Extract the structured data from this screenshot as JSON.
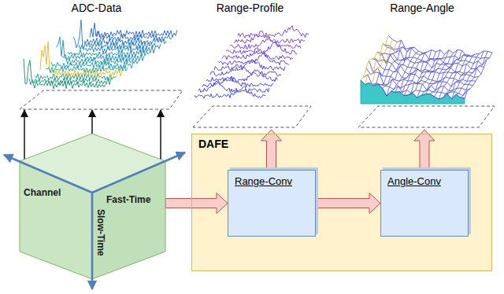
{
  "diagram": {
    "nodes": [
      {
        "text": [
          "ADC-Data"
        ]
      },
      {
        "text": [
          "Range-Profile"
        ]
      },
      {
        "text": [
          "Range-Angle"
        ]
      },
      {
        "text": [
          "Channel",
          "Fast-Time",
          "Slow-Time"
        ]
      },
      {
        "text": [
          "DAFE"
        ]
      },
      {
        "text": [
          "Range-Conv"
        ],
        "in": 4
      },
      {
        "text": [
          "Angle-Conv"
        ],
        "in": 4
      }
    ],
    "edges": [
      {
        "from": 3,
        "to": 0,
        "arrow": "to"
      },
      {
        "from": 3,
        "to": 0,
        "arrow": "to"
      },
      {
        "from": 3,
        "to": 0,
        "arrow": "to"
      },
      {
        "from": 3,
        "to": 5,
        "arrow": "to"
      },
      {
        "from": 5,
        "to": 6,
        "arrow": "to"
      },
      {
        "from": 5,
        "to": 1,
        "arrow": "to"
      },
      {
        "from": 6,
        "to": 2,
        "arrow": "to"
      }
    ]
  }
}
